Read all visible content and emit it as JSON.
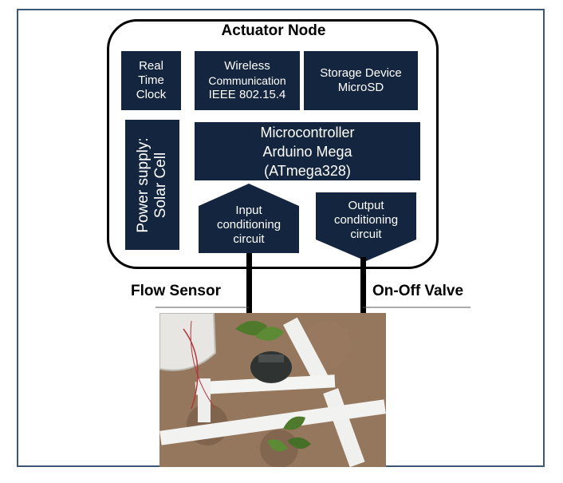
{
  "title": "Actuator Node",
  "rtc": [
    "Real",
    "Time",
    "Clock"
  ],
  "wireless": [
    "Wireless",
    "Communication",
    "IEEE 802.15.4"
  ],
  "storage": [
    "Storage Device",
    "MicroSD"
  ],
  "power": [
    "Power supply:",
    "Solar Cell"
  ],
  "mcu": [
    "Microcontroller",
    "Arduino Mega",
    "(ATmega328)"
  ],
  "input_cond": [
    "Input",
    "conditioning",
    "circuit"
  ],
  "output_cond": [
    "Output",
    "conditioning",
    "circuit"
  ],
  "flow_sensor": "Flow Sensor",
  "valve": "On-Off Valve",
  "colors": {
    "box": "#14263f",
    "frame": "#3b5878",
    "soil": "#8b6d55"
  }
}
